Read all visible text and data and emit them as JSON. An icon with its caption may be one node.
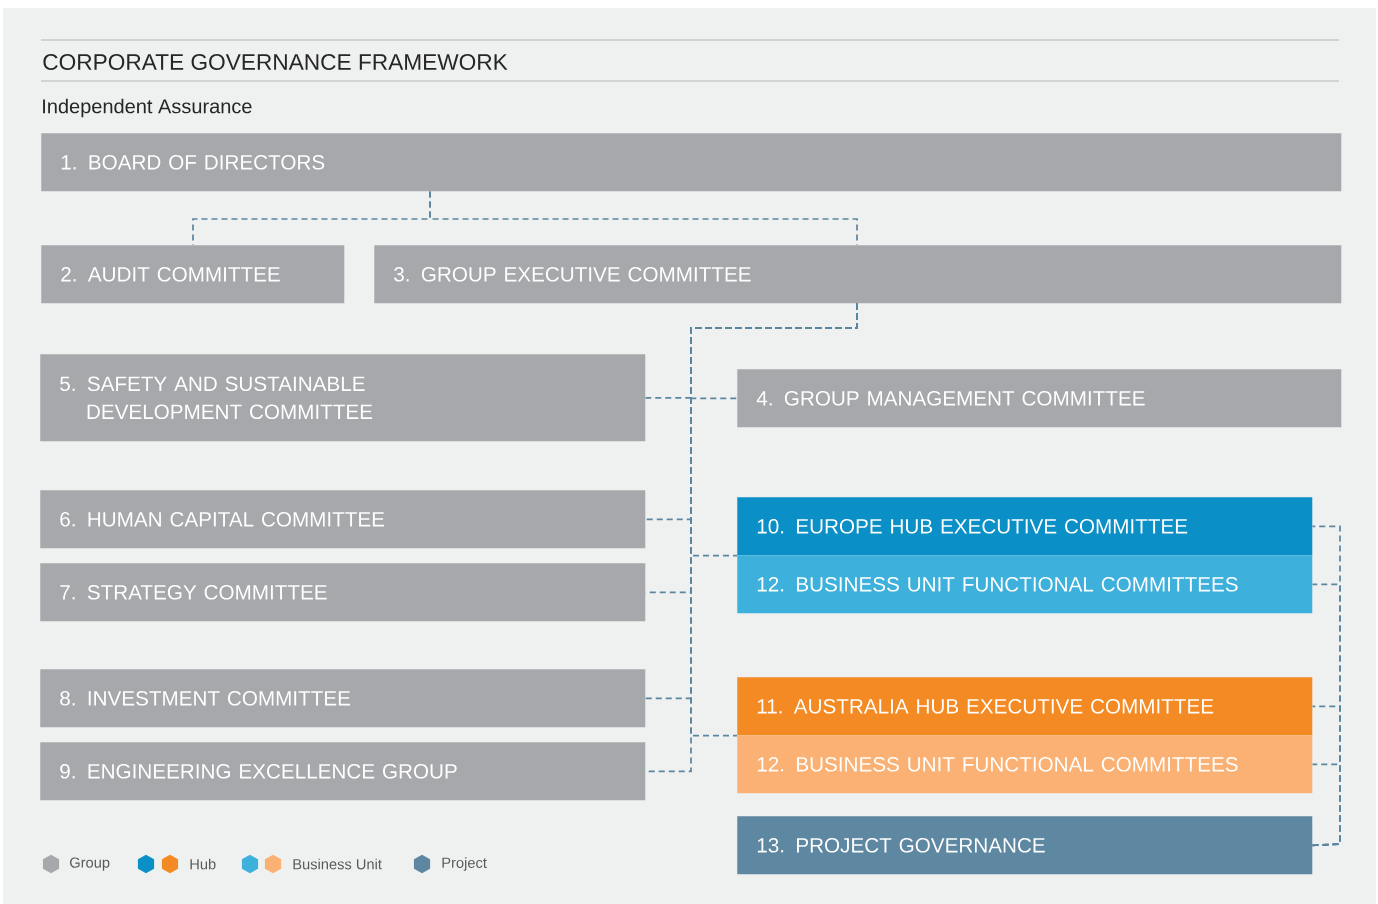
{
  "diagram": {
    "title": "CORPORATE GOVERNANCE FRAMEWORK",
    "nodes": [
      {
        "text": [
          "1. BOARD OF DIRECTORS"
        ]
      },
      {
        "text": [
          "2. AUDIT COMMITTEE"
        ]
      },
      {
        "text": [
          "3. GROUP EXECUTIVE COMMITTEE"
        ]
      },
      {
        "text": [
          "5. SAFETY AND SUSTAINABLE DEVELOPMENT COMMITTEE"
        ]
      },
      {
        "text": [
          "4. GROUP MANAGEMENT COMMITTEE"
        ]
      },
      {
        "text": [
          "6. HUMAN CAPITAL COMMITTEE"
        ]
      },
      {
        "text": [
          "10. EUROPE HUB EXECUTIVE COMMITTEE"
        ]
      },
      {
        "text": [
          "12. BUSINESS UNIT FUNCTIONAL COMMITTEES"
        ]
      },
      {
        "text": [
          "7. STRATEGY COMMITTEE"
        ]
      },
      {
        "text": [
          "8. INVESTMENT COMMITTEE"
        ]
      },
      {
        "text": [
          "11. AUSTRALIA HUB EXECUTIVE COMMITTEE"
        ]
      },
      {
        "text": [
          "9. ENGINEERING EXCELLENCE GROUP"
        ]
      },
      {
        "text": [
          "12. BUSINESS UNIT FUNCTIONAL COMMITTEES"
        ]
      },
      {
        "text": [
          "13. PROJECT GOVERNANCE"
        ]
      }
    ],
    "edges": [
      {
        "from": 0,
        "to": 1,
        "arrow": "none",
        "style": "dashed"
      },
      {
        "from": 0,
        "to": 2,
        "arrow": "none",
        "style": "dashed"
      },
      {
        "from": 2,
        "to": 3,
        "arrow": "none",
        "style": "dashed"
      },
      {
        "from": 2,
        "to": 4,
        "arrow": "none",
        "style": "dashed"
      },
      {
        "from": 2,
        "to": 5,
        "arrow": "none",
        "style": "dashed"
      },
      {
        "from": 2,
        "to": 6,
        "arrow": "none",
        "style": "dashed"
      },
      {
        "from": 2,
        "to": 8,
        "arrow": "none",
        "style": "dashed"
      },
      {
        "from": 2,
        "to": 9,
        "arrow": "none",
        "style": "dashed"
      },
      {
        "from": 2,
        "to": 10,
        "arrow": "none",
        "style": "dashed"
      },
      {
        "from": 2,
        "to": 11,
        "arrow": "none",
        "style": "dashed"
      },
      {
        "from": 13,
        "to": 6,
        "arrow": "none",
        "style": "dashed"
      },
      {
        "from": 13,
        "to": 7,
        "arrow": "none",
        "style": "dashed"
      },
      {
        "from": 13,
        "to": 10,
        "arrow": "none",
        "style": "dashed"
      },
      {
        "from": 13,
        "to": 12,
        "arrow": "none",
        "style": "dashed"
      }
    ],
    "labels": [
      "Independent Assurance"
    ],
    "legend": [
      {
        "text": "Group"
      },
      {
        "text": "Hub"
      },
      {
        "text": "Business Unit"
      },
      {
        "text": "Project"
      }
    ]
  }
}
